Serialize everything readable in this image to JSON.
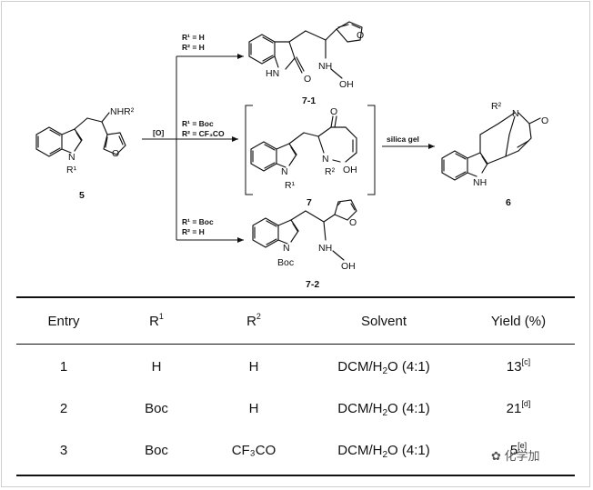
{
  "scheme": {
    "reagent_main": "[O]",
    "reagent_silica": "silica gel",
    "branch_top": {
      "r1": "R¹ = H",
      "r2": "R² = H"
    },
    "branch_mid": {
      "r1": "R¹ = Boc",
      "r2": "R² = CF₃CO"
    },
    "branch_bot": {
      "r1": "R¹ = Boc",
      "r2": "R² = H"
    },
    "compounds": {
      "c5": "5",
      "c7_1": "7-1",
      "c7": "7",
      "c7_2": "7-2",
      "c6": "6"
    },
    "atoms": {
      "nhr2": "NHR²",
      "n": "N",
      "r1": "R¹",
      "o": "O",
      "hn": "HN",
      "nh": "NH",
      "oh": "OH",
      "boc": "Boc",
      "r2": "R²"
    }
  },
  "table": {
    "headers": {
      "entry": "Entry",
      "r1_base": "R",
      "r1_sup": "1",
      "r2_base": "R",
      "r2_sup": "2",
      "solvent": "Solvent",
      "yield": "Yield (%)"
    },
    "rows": [
      {
        "entry": "1",
        "r1": "H",
        "r2": "H",
        "solvent_a": "DCM/H",
        "solvent_sub": "2",
        "solvent_b": "O (4:1)",
        "yield": "13",
        "note": "[c]"
      },
      {
        "entry": "2",
        "r1": "Boc",
        "r2": "H",
        "solvent_a": "DCM/H",
        "solvent_sub": "2",
        "solvent_b": "O (4:1)",
        "yield": "21",
        "note": "[d]"
      },
      {
        "entry": "3",
        "r1": "Boc",
        "r2": "CF₃CO",
        "solvent_a": "DCM/H",
        "solvent_sub": "2",
        "solvent_b": "O (4:1)",
        "yield": "5",
        "note": "[e]"
      }
    ]
  },
  "watermark": "化学加"
}
